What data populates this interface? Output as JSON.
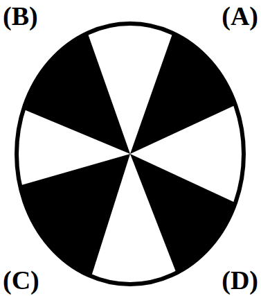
{
  "diagram": {
    "labels": [
      "(B)",
      "(A)",
      "(C)",
      "(D)"
    ]
  }
}
